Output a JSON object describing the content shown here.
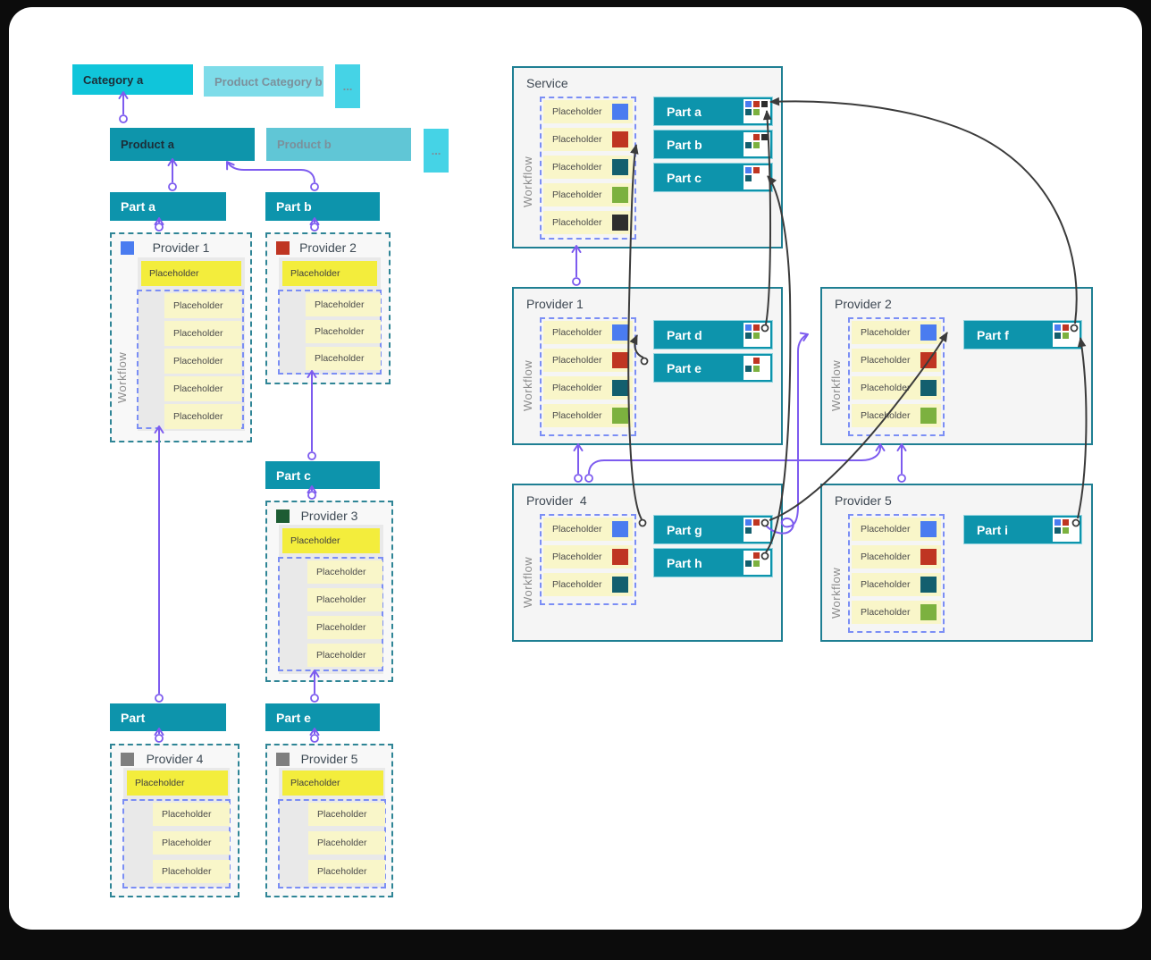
{
  "labels": {
    "placeholder": "Placeholder",
    "workflow": "Workflow",
    "ellipsis": "..."
  },
  "left": {
    "category_a": "Category a",
    "product_category_b": "Product Category b",
    "product_a": "Product a",
    "product_b": "Product b",
    "part_a": "Part a",
    "part_b": "Part b",
    "part_c": "Part c",
    "part_plain": "Part",
    "part_e": "Part e",
    "provider_1": "Provider 1",
    "provider_2": "Provider 2",
    "provider_3": "Provider 3",
    "provider_4": "Provider 4",
    "provider_5": "Provider 5"
  },
  "right": {
    "service": "Service",
    "provider_1": "Provider 1",
    "provider_2": "Provider 2",
    "provider_4": "Provider  4",
    "provider_5": "Provider 5",
    "part_a": "Part a",
    "part_b": "Part b",
    "part_c": "Part c",
    "part_d": "Part d",
    "part_e": "Part e",
    "part_f": "Part f",
    "part_g": "Part g",
    "part_h": "Part h",
    "part_i": "Part i"
  },
  "palette": {
    "cyan_bright": "#10c5da",
    "cyan_pale": "#7edce9",
    "cyan_small": "#45d3e6",
    "teal_box": "#0d94ac",
    "teal_muted": "#60c6d6",
    "border_dashed_teal": "#2f8596",
    "border_solid_teal": "#1f7f93",
    "inner_dash_blue": "#7b8ef5",
    "yellow_bright": "#f3ed3c",
    "yellow_pale": "#f9f6c9",
    "purple_arrow": "#7d5bef",
    "black_arrow": "#3b3b3b",
    "square_blue": "#4a7cf0",
    "square_red": "#bf3522",
    "square_teal": "#135f6e",
    "square_green": "#7cb13f",
    "square_black": "#2e2e2e",
    "square_gray": "#7f7f7f",
    "square_dark_green": "#1d5c33"
  },
  "connections": {
    "purple": [
      "Product a -> Category a",
      "Part a -> Product a",
      "Part b -> Product a",
      "Provider 1 -> Part a",
      "Provider 2 -> Part b",
      "Part c -> Provider 2 workflow",
      "Provider 3 -> Part c",
      "Part -> Provider 1 workflow",
      "Part e -> Provider 3 workflow",
      "Provider 4 -> Part",
      "Provider 5 -> Part e",
      "Provider 1 -> Service",
      "Provider 4 -> Provider 1",
      "Provider 4 -> Provider 2",
      "Provider 5 -> Provider 2",
      "Part g -> Provider 2"
    ],
    "black": [
      "Part e -> Part d",
      "Part g -> Part b",
      "Part d -> Part a",
      "Part h -> Part c",
      "Part g -> Part f",
      "Part i -> Part f",
      "Part f -> Part a"
    ]
  }
}
